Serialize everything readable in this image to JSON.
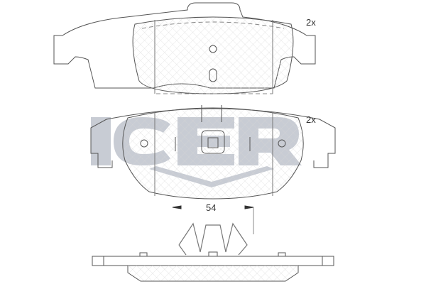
{
  "drawing": {
    "subject": "brake pad set technical drawing",
    "top_pad_quantity": "2x",
    "bottom_pad_quantity": "2x",
    "dimension_value": "54",
    "watermark": "ICER",
    "watermark_color": "#c8ccd4",
    "line_color": "#555555"
  }
}
